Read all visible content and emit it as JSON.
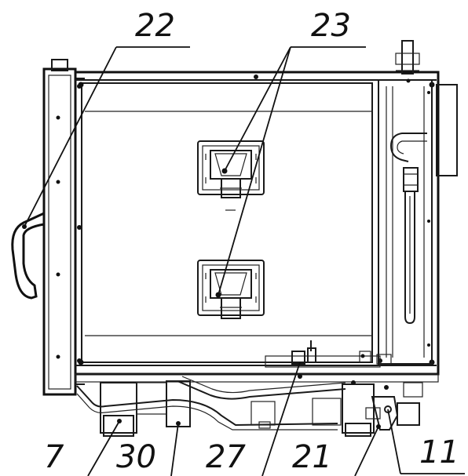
{
  "colors": {
    "line": "#111111",
    "paper": "#ffffff"
  },
  "callouts": [
    {
      "id": "22",
      "label": "22"
    },
    {
      "id": "23",
      "label": "23"
    },
    {
      "id": "7",
      "label": "7"
    },
    {
      "id": "30",
      "label": "30"
    },
    {
      "id": "27",
      "label": "27"
    },
    {
      "id": "21",
      "label": "21"
    },
    {
      "id": "11",
      "label": "11"
    }
  ]
}
